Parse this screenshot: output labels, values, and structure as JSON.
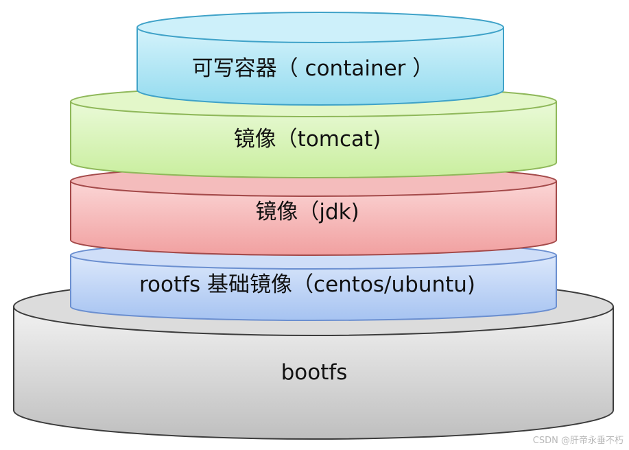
{
  "diagram": {
    "layers": [
      {
        "id": "bootfs",
        "label": "bootfs"
      },
      {
        "id": "rootfs",
        "label": "rootfs 基础镜像（centos/ubuntu)"
      },
      {
        "id": "jdk",
        "label": "镜像（jdk)"
      },
      {
        "id": "tomcat",
        "label": "镜像（tomcat)"
      },
      {
        "id": "container",
        "label": "可写容器（ container ）"
      }
    ]
  },
  "watermark": "CSDN @肝帝永垂不朽"
}
